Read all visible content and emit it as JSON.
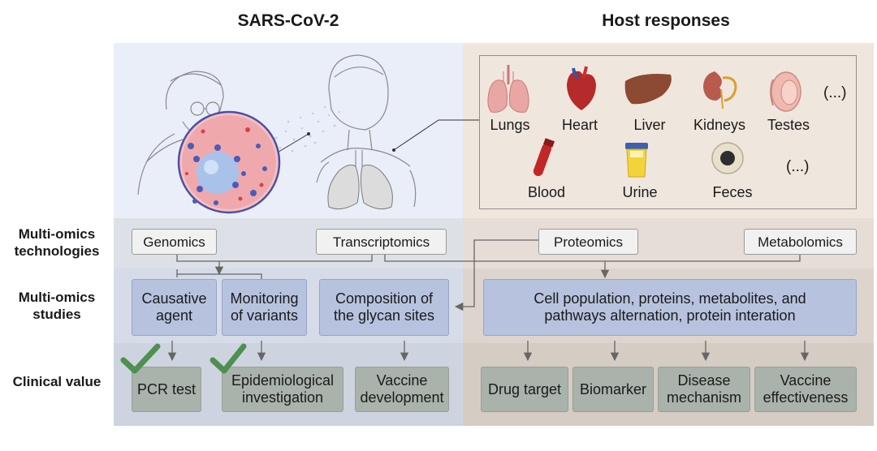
{
  "headers": {
    "left": "SARS-CoV-2",
    "right": "Host responses"
  },
  "rows": {
    "technologies": "Multi-omics technologies",
    "studies": "Multi-omics studies",
    "clinical": "Clinical value"
  },
  "organs": {
    "top": [
      "Lungs",
      "Heart",
      "Liver",
      "Kidneys",
      "Testes"
    ],
    "bottom": [
      "Blood",
      "Urine",
      "Feces"
    ],
    "more_top": "(...)",
    "more_bottom": "(...)"
  },
  "technologies": {
    "genomics": "Genomics",
    "transcriptomics": "Transcriptomics",
    "proteomics": "Proteomics",
    "metabolomics": "Metabolomics"
  },
  "studies": {
    "causative": "Causative agent",
    "variants": "Monitoring of variants",
    "glycan": "Composition of the glycan sites",
    "host": "Cell population, proteins, metabolites, and pathways alternation, protein interation"
  },
  "clinical": {
    "pcr": "PCR test",
    "epi": "Epidemiological investigation",
    "vaccine_dev": "Vaccine development",
    "drug": "Drug target",
    "biomarker": "Biomarker",
    "disease": "Disease mechanism",
    "vaccine_eff": "Vaccine effectiveness"
  },
  "colors": {
    "left_bg": "#e9eef8",
    "right_bg": "#efe6de",
    "study_box": "#b7c3de",
    "clinical_box": "#a9b3ac",
    "check": "#4f8f4f"
  }
}
